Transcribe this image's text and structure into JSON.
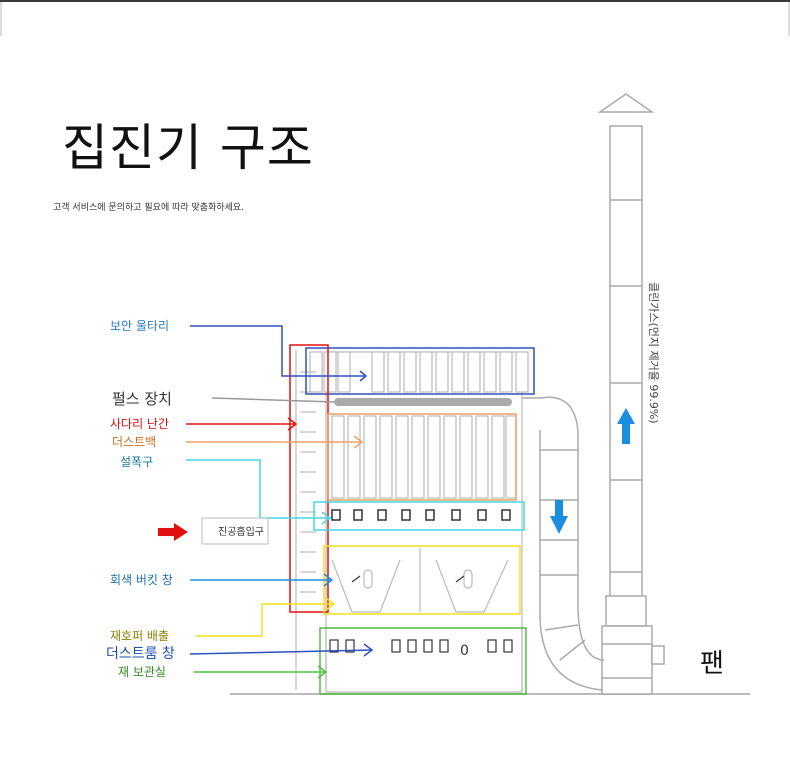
{
  "title": "집진기 구조",
  "subtitle": "고객 서비스에 문의하고 필요에 따라 맞춤화하세요.",
  "labels": {
    "security_fence": "보안 울타리",
    "pulse_device": "펄스 장치",
    "ladder_rail": "사다리 난간",
    "dust_bag": "더스트백",
    "explosion_vent": "설폭구",
    "vacuum_inlet": "진공흡입구",
    "ash_bucket_window": "회색 버킷 창",
    "hopper_discharge": "재호퍼 배출",
    "dust_room_window": "더스트룸 창",
    "ash_storage": "재 보관실",
    "clean_gas": "클린가스(먼지 제거율 99.9%)",
    "fan": "팬",
    "bucket_number": "0"
  },
  "colors": {
    "blue_label": "#2b7bbf",
    "red": "#e01010",
    "orange": "#f0a060",
    "cyan": "#40d8e0",
    "yellow": "#f0e020",
    "green": "#50c040",
    "navy": "#3050c0",
    "gray": "#999999",
    "arrow_blue": "#1a8fe0",
    "dark_blue": "#1a50b0"
  }
}
